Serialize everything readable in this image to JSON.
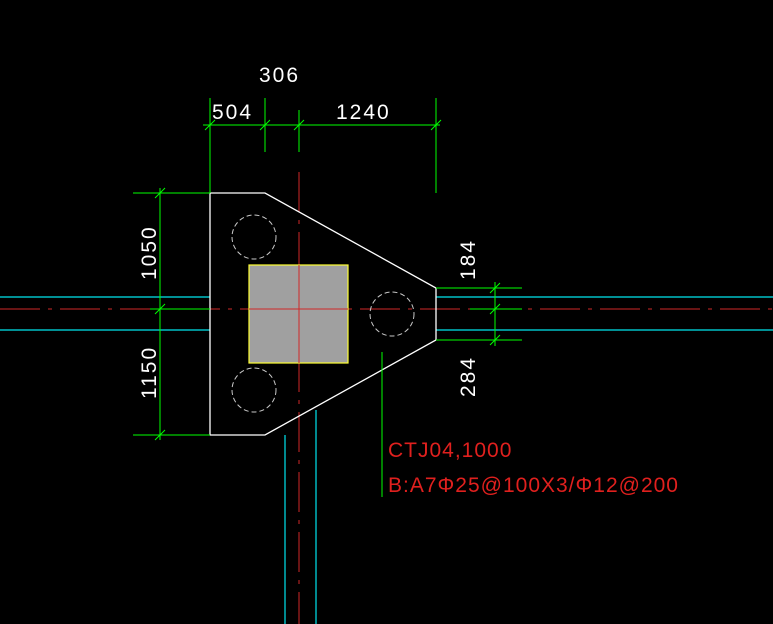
{
  "dimensions": {
    "top_left": "504",
    "top_mid": "306",
    "top_right": "1240",
    "left_upper": "1050",
    "left_lower": "1150",
    "right_upper": "184",
    "right_lower": "284"
  },
  "annotation": {
    "line1": "CTJ04,1000",
    "line2": "B:A7Φ25@100X3/Φ12@200"
  },
  "colors": {
    "background": "#000000",
    "outline": "#ffffff",
    "dim": "#00ff00",
    "beam": "#00ffff",
    "axis": "#ff3030",
    "column_fill": "#a0a0a0",
    "column_edge": "#ffff00",
    "label": "#e0201e"
  }
}
